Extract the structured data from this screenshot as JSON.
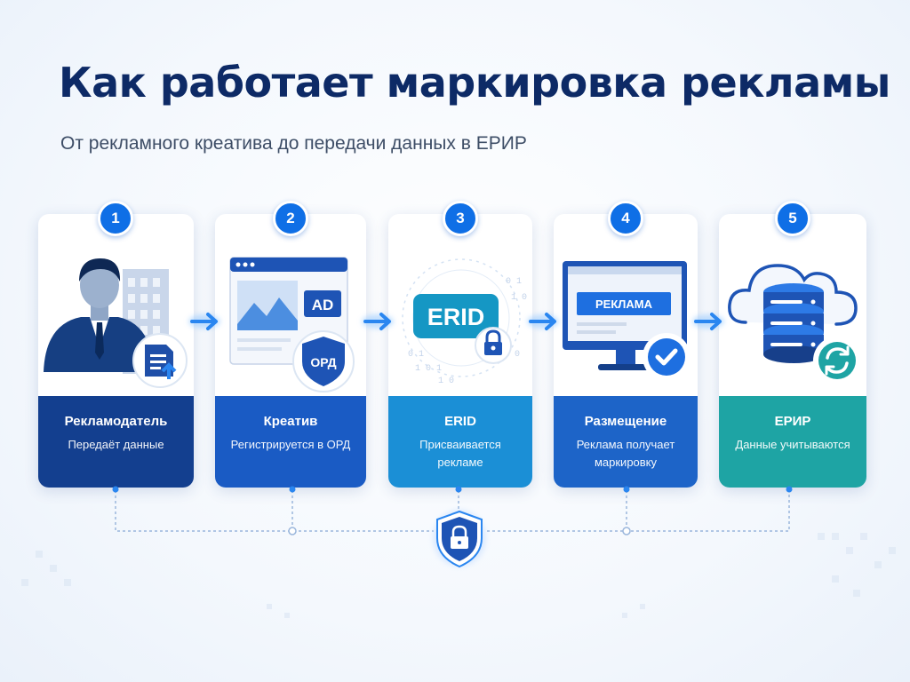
{
  "header": {
    "title": "Как работает маркировка рекламы",
    "subtitle": "От рекламного креатива до передачи данных в ЕРИР"
  },
  "steps": [
    {
      "number": "1",
      "title": "Рекламодатель",
      "description": "Передаёт данные"
    },
    {
      "number": "2",
      "title": "Креатив",
      "description": "Регистрируется в ОРД"
    },
    {
      "number": "3",
      "title": "ERID",
      "description": "Присваивается рекламе"
    },
    {
      "number": "4",
      "title": "Размещение",
      "description": "Реклама получает маркировку"
    },
    {
      "number": "5",
      "title": "ЕРИР",
      "description": "Данные учитываются"
    }
  ],
  "illustrations": {
    "ad_label": "AD",
    "ord_label": "ОРД",
    "erid_label": "ERID",
    "banner_label": "РЕКЛАМА"
  },
  "colors": {
    "title": "#0d2a66",
    "step_badge": "#0f6fe6",
    "step1_label": "#133f8f",
    "step2_label": "#1a5bc4",
    "step3_label": "#1b8fd6",
    "step4_label": "#1d64c8",
    "step5_label": "#1ea4a4"
  }
}
